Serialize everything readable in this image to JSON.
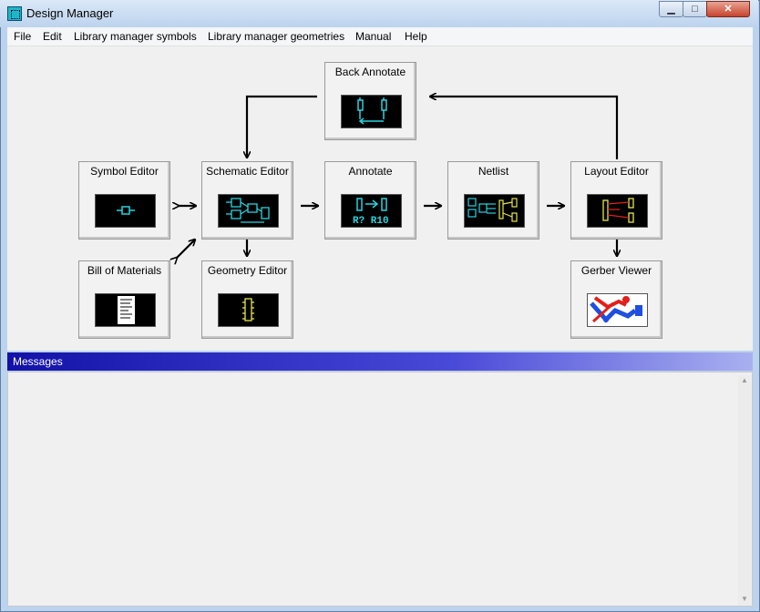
{
  "window": {
    "title": "Design Manager"
  },
  "titlebar_buttons": {
    "minimize": "▁",
    "maximize": "□",
    "close": "✕"
  },
  "menu": [
    "File",
    "Edit",
    "Library manager symbols",
    "Library manager geometries",
    "Manual",
    "Help"
  ],
  "tools": {
    "back_annotate": "Back Annotate",
    "symbol_editor": "Symbol Editor",
    "schematic_editor": "Schematic Editor",
    "annotate": "Annotate",
    "annotate_img_text": "R? R10",
    "netlist": "Netlist",
    "layout_editor": "Layout Editor",
    "bill_of_materials": "Bill of Materials",
    "geometry_editor": "Geometry Editor",
    "gerber_viewer": "Gerber Viewer"
  },
  "messages": {
    "title": "Messages"
  },
  "colors": {
    "messages_header": "#1212a8",
    "icon_cyan": "#2ad3e0",
    "icon_yellow": "#e6e64a",
    "gerber_red": "#e0201a",
    "gerber_blue": "#1e4fe0"
  }
}
